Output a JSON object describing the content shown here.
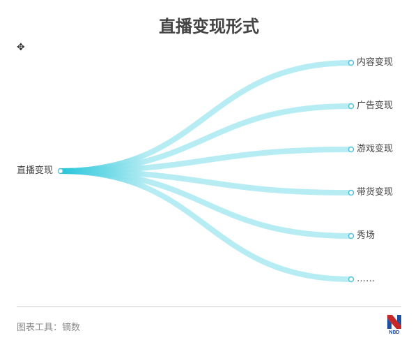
{
  "title": "直播变现形式",
  "move_icon": "move-arrows-icon",
  "tree": {
    "root": "直播变现",
    "children": [
      "内容变现",
      "广告变现",
      "游戏变现",
      "带货变现",
      "秀场",
      "……"
    ]
  },
  "colors": {
    "link": "#b2ebf2",
    "link_root": "#26c6da",
    "node_stroke": "#4fc3d7"
  },
  "footer": {
    "source": "图表工具：镝数",
    "logo_text": "NBD"
  }
}
